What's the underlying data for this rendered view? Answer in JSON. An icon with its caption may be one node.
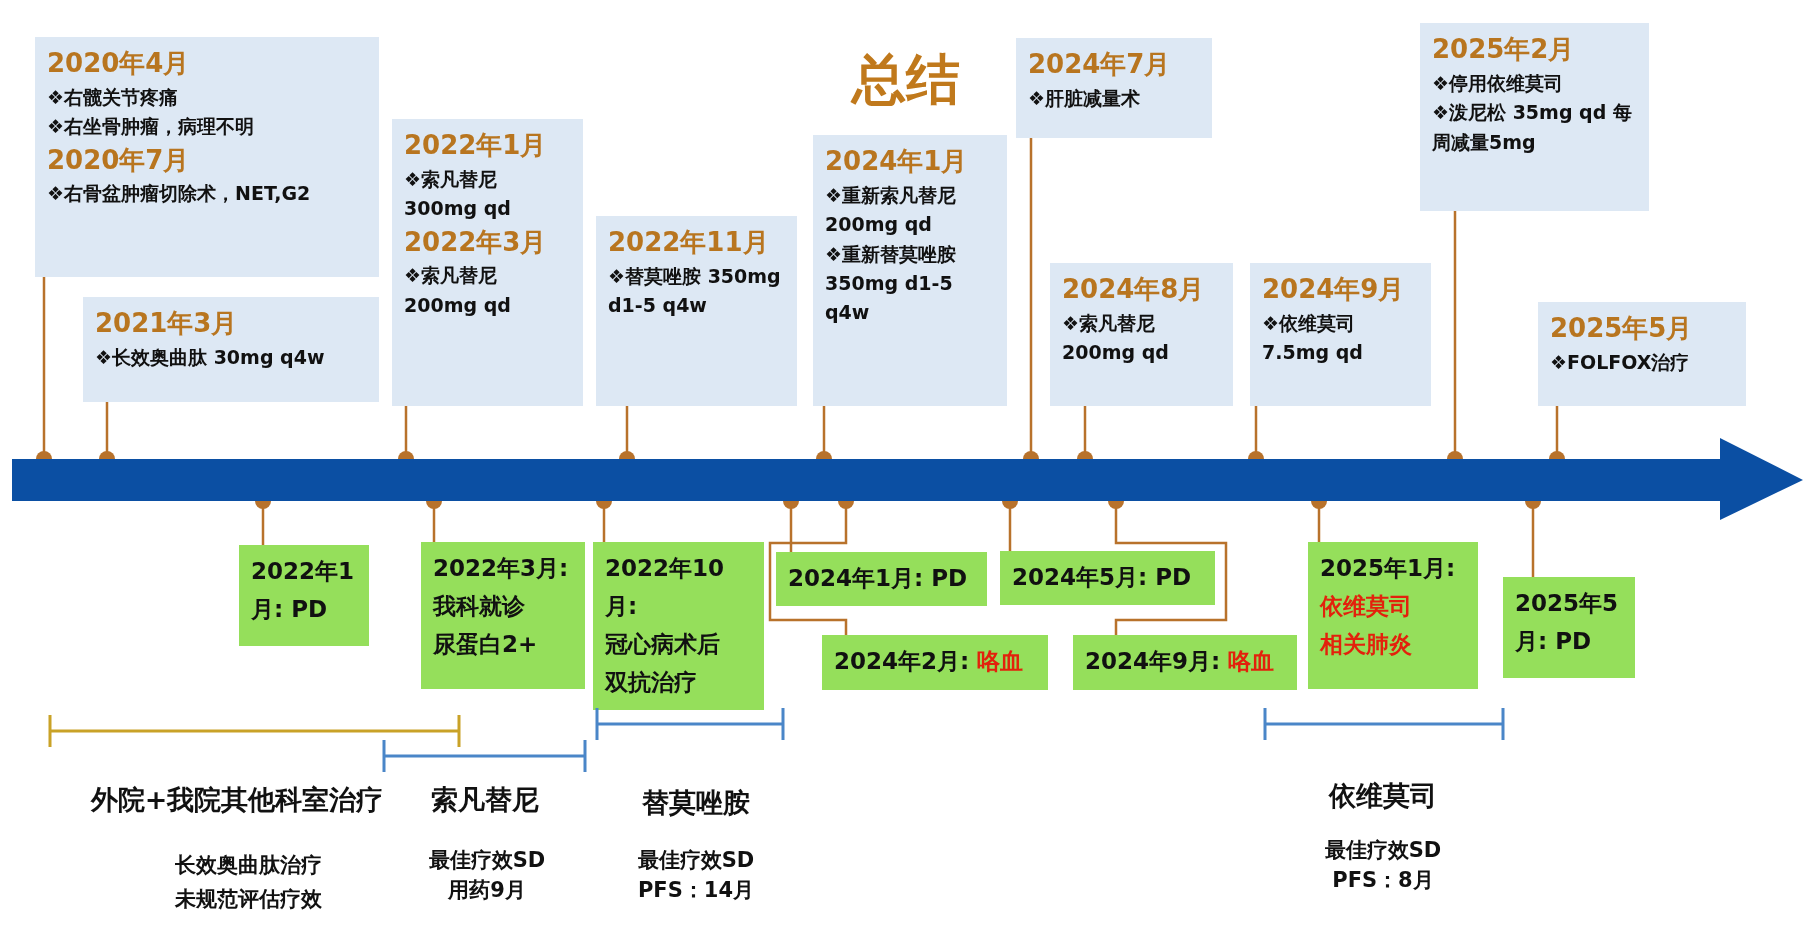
{
  "diagram": {
    "title": "总结",
    "nodes": [
      {
        "text": [
          "2020年4月",
          "❖右髋关节疼痛",
          "❖右坐骨肿瘤，病理不明",
          "2020年7月",
          "❖右骨盆肿瘤切除术，NET,G2"
        ]
      },
      {
        "text": [
          "2021年3月",
          "❖长效奥曲肽 30mg q4w"
        ]
      },
      {
        "text": [
          "2022年1月",
          "❖索凡替尼 300mg qd",
          "2022年3月",
          "❖索凡替尼 200mg qd"
        ]
      },
      {
        "text": [
          "2022年11月",
          "❖替莫唑胺 350mg d1-5 q4w"
        ]
      },
      {
        "text": [
          "2024年1月",
          "❖重新索凡替尼 200mg qd",
          "❖重新替莫唑胺 350mg d1-5 q4w"
        ]
      },
      {
        "text": [
          "2024年7月",
          "❖肝脏减量术"
        ]
      },
      {
        "text": [
          "2024年8月",
          "❖索凡替尼 200mg qd"
        ]
      },
      {
        "text": [
          "2024年9月",
          "❖依维莫司 7.5mg qd"
        ]
      },
      {
        "text": [
          "2025年2月",
          "❖停用依维莫司",
          "❖泼尼松 35mg qd 每周减量5mg"
        ]
      },
      {
        "text": [
          "2025年5月",
          "❖FOLFOX治疗"
        ]
      },
      {
        "text": [],
        "shape": "arrow"
      },
      {
        "text": [
          "2022年1月: PD"
        ]
      },
      {
        "text": [
          "2022年3月:",
          "我科就诊",
          "尿蛋白2+"
        ]
      },
      {
        "text": [
          "2022年10月:",
          "冠心病术后",
          "双抗治疗"
        ]
      },
      {
        "text": [
          "2024年1月: PD"
        ]
      },
      {
        "text": [
          "2024年2月:",
          "咯血"
        ]
      },
      {
        "text": [
          "2024年5月: PD"
        ]
      },
      {
        "text": [
          "2024年9月:",
          "咯血"
        ]
      },
      {
        "text": [
          "2025年1月:",
          "依维莫司",
          "相关肺炎"
        ]
      },
      {
        "text": [
          "2025年5月: PD"
        ]
      }
    ],
    "edges": [
      {
        "from": 0,
        "to": 10,
        "arrow": "other"
      },
      {
        "from": 1,
        "to": 10,
        "arrow": "other"
      },
      {
        "from": 2,
        "to": 10,
        "arrow": "other"
      },
      {
        "from": 3,
        "to": 10,
        "arrow": "other"
      },
      {
        "from": 4,
        "to": 10,
        "arrow": "other"
      },
      {
        "from": 5,
        "to": 10,
        "arrow": "other"
      },
      {
        "from": 6,
        "to": 10,
        "arrow": "other"
      },
      {
        "from": 7,
        "to": 10,
        "arrow": "other"
      },
      {
        "from": 8,
        "to": 10,
        "arrow": "other"
      },
      {
        "from": 9,
        "to": 10,
        "arrow": "other"
      },
      {
        "from": 11,
        "to": 10,
        "arrow": "other"
      },
      {
        "from": 12,
        "to": 10,
        "arrow": "other"
      },
      {
        "from": 13,
        "to": 10,
        "arrow": "other"
      },
      {
        "from": 14,
        "to": 10,
        "arrow": "other"
      },
      {
        "from": 15,
        "to": 10,
        "arrow": "other"
      },
      {
        "from": 16,
        "to": 10,
        "arrow": "other"
      },
      {
        "from": 17,
        "to": 10,
        "arrow": "other"
      },
      {
        "from": 18,
        "to": 10,
        "arrow": "other"
      },
      {
        "from": 19,
        "to": 10,
        "arrow": "other"
      }
    ],
    "labels": [
      "外院+我院其他科室治疗",
      "索凡替尼",
      "替莫唑胺",
      "依维莫司",
      "长效奥曲肽治疗",
      "未规范评估疗效",
      "最佳疗效SD",
      "用药9月",
      "最佳疗效SD",
      "PFS：14月",
      "最佳疗效SD",
      "PFS：8月"
    ]
  }
}
